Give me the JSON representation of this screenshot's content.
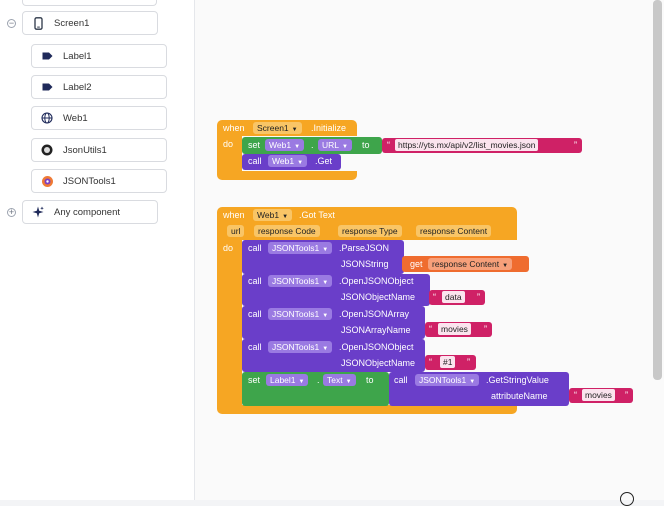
{
  "tree": {
    "items": [
      {
        "label": "Screen1",
        "icon": "phone-icon"
      },
      {
        "label": "Label1",
        "icon": "label-tag-icon"
      },
      {
        "label": "Label2",
        "icon": "label-tag-icon"
      },
      {
        "label": "Web1",
        "icon": "globe-icon"
      },
      {
        "label": "JsonUtils1",
        "icon": "json-utils-icon"
      },
      {
        "label": "JSONTools1",
        "icon": "json-tools-icon"
      },
      {
        "label": "Any component",
        "icon": "sparkle-icon"
      }
    ]
  },
  "blocks": {
    "init": {
      "when": "when",
      "component": "Screen1",
      "event": ".Initialize",
      "do": "do",
      "set": "set",
      "web": "Web1",
      "dot": ".",
      "prop": "URL",
      "to": "to",
      "url_value": "https://yts.mx/api/v2/list_movies.json",
      "call": "call",
      "method": ".Get"
    },
    "gottext": {
      "when": "when",
      "component": "Web1",
      "event": ".Got Text",
      "params": [
        "url",
        "response Code",
        "response Type",
        "response Content"
      ],
      "do": "do",
      "call": "call",
      "tools": "JSONTools1",
      "parse": ".ParseJSON",
      "json_string": "JSONString",
      "get": "get",
      "get_var": "response Content",
      "open_object": ".OpenJSONObject",
      "object_name_label": "JSONObjectName",
      "data_value": "data",
      "open_array": ".OpenJSONArray",
      "array_name_label": "JSONArrayName",
      "movies_value": "movies",
      "index_value": "#1",
      "set": "set",
      "label": "Label1",
      "dot": ".",
      "text_prop": "Text",
      "to": "to",
      "get_string": ".GetStringValue",
      "attribute_name_label": "attributeName",
      "attr_value": "movies"
    }
  },
  "colors": {
    "event": "#f6a623",
    "setter": "#3ea54b",
    "call": "#6a3ec9",
    "text": "#cf2166",
    "getter": "#ef6c2f"
  }
}
